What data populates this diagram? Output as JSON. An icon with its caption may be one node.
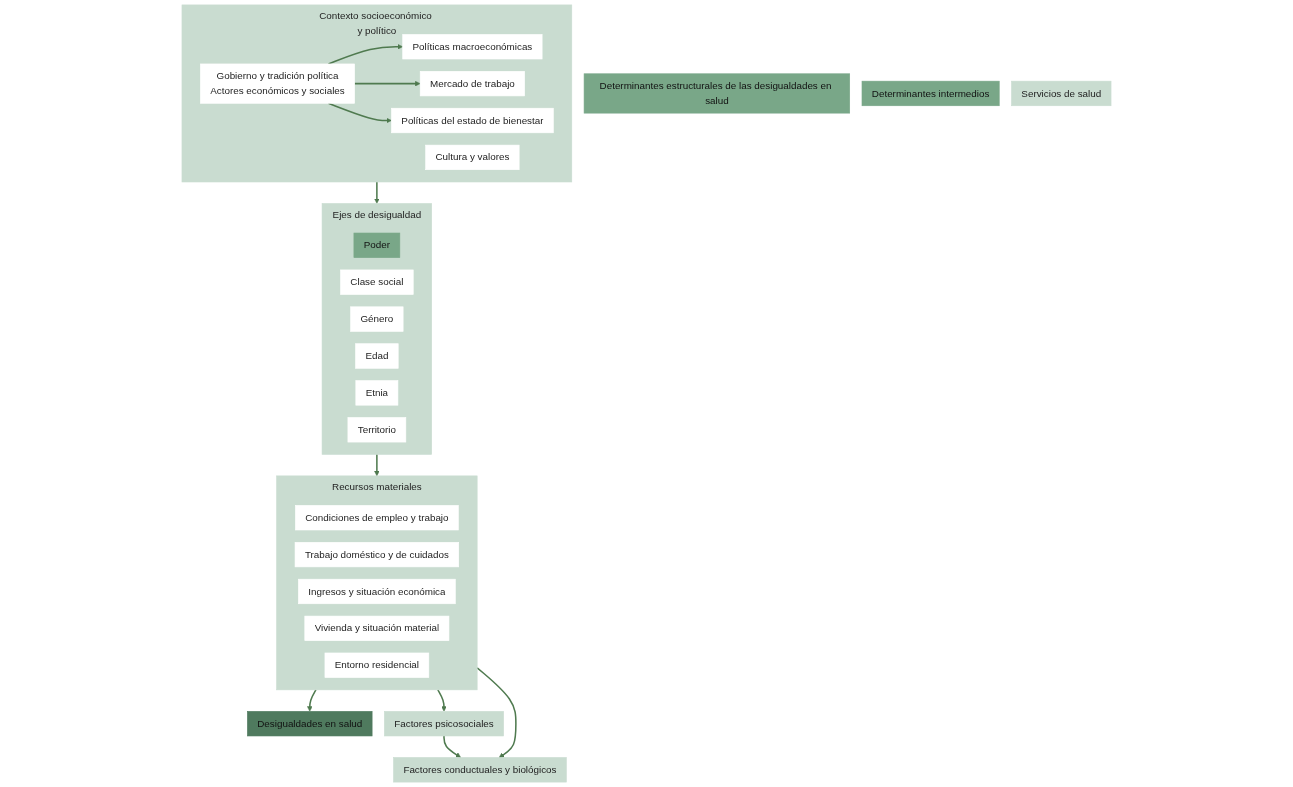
{
  "diagram": {
    "nodes": [
      {
        "text": [
          "Determinantes estructurales de las desigualdades en salud"
        ]
      },
      {
        "text": [
          "Determinantes intermedios"
        ]
      },
      {
        "text": [
          "Desigualdades en salud"
        ]
      },
      {
        "text": [
          "Contexto socioeconómico y político"
        ]
      },
      {
        "text": [
          "Gobierno y tradición política",
          "Actores económicos y sociales"
        ],
        "in": 3
      },
      {
        "text": [
          "Políticas macroeconómicas"
        ],
        "in": 3
      },
      {
        "text": [
          "Mercado de trabajo"
        ],
        "in": 3
      },
      {
        "text": [
          "Políticas del estado de bienestar"
        ],
        "in": 3
      },
      {
        "text": [
          "Cultura y valores"
        ],
        "in": 3
      },
      {
        "text": [
          "Ejes de desigualdad"
        ]
      },
      {
        "text": [
          "Poder"
        ],
        "in": 9
      },
      {
        "text": [
          "Clase social"
        ],
        "in": 9
      },
      {
        "text": [
          "Género"
        ],
        "in": 9
      },
      {
        "text": [
          "Edad"
        ],
        "in": 9
      },
      {
        "text": [
          "Etnia"
        ],
        "in": 9
      },
      {
        "text": [
          "Territorio"
        ],
        "in": 9
      },
      {
        "text": [
          "Recursos materiales"
        ]
      },
      {
        "text": [
          "Condiciones de empleo y trabajo"
        ],
        "in": 16
      },
      {
        "text": [
          "Trabajo doméstico y de cuidados"
        ],
        "in": 16
      },
      {
        "text": [
          "Ingresos y situación económica"
        ],
        "in": 16
      },
      {
        "text": [
          "Vivienda y situación material"
        ],
        "in": 16
      },
      {
        "text": [
          "Entorno residencial"
        ],
        "in": 16
      },
      {
        "text": [
          "Factores psicosociales"
        ]
      },
      {
        "text": [
          "Factores conductuales y biológicos"
        ]
      },
      {
        "text": [
          "Servicios de salud"
        ]
      }
    ],
    "edges": [
      {
        "from": 4,
        "to": 5,
        "arrow": "to"
      },
      {
        "from": 4,
        "to": 6,
        "arrow": "to"
      },
      {
        "from": 4,
        "to": 7,
        "arrow": "to"
      },
      {
        "from": 3,
        "to": 9,
        "arrow": "to"
      },
      {
        "from": 9,
        "to": 16,
        "arrow": "to"
      },
      {
        "from": 16,
        "to": 2,
        "arrow": "to"
      },
      {
        "from": 16,
        "to": 22,
        "arrow": "to"
      },
      {
        "from": 16,
        "to": 23,
        "arrow": "to"
      },
      {
        "from": 22,
        "to": 23,
        "arrow": "to"
      }
    ]
  }
}
